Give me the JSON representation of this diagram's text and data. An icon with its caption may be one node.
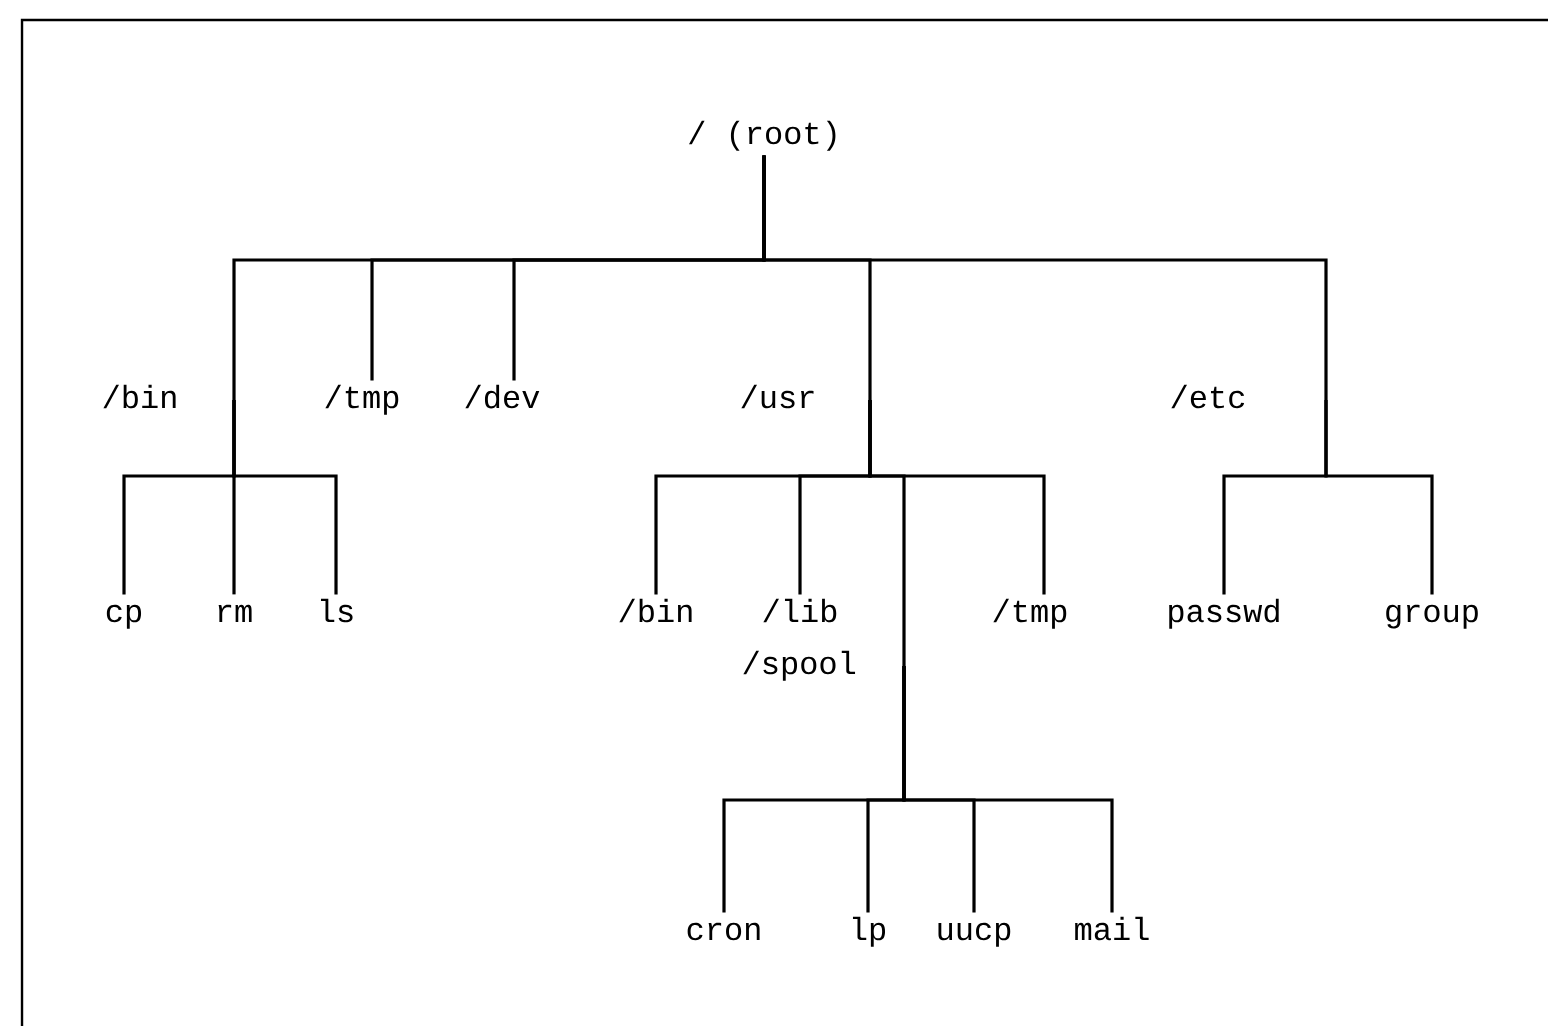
{
  "diagram": {
    "nodes": [
      {
        "text": [
          "/ (root)"
        ]
      },
      {
        "text": [
          "/bin"
        ]
      },
      {
        "text": [
          "/tmp"
        ]
      },
      {
        "text": [
          "/dev"
        ]
      },
      {
        "text": [
          "/usr"
        ]
      },
      {
        "text": [
          "/etc"
        ]
      },
      {
        "text": [
          "cp"
        ]
      },
      {
        "text": [
          "rm"
        ]
      },
      {
        "text": [
          "ls"
        ]
      },
      {
        "text": [
          "/bin"
        ]
      },
      {
        "text": [
          "/lib"
        ]
      },
      {
        "text": [
          "/tmp"
        ]
      },
      {
        "text": [
          "passwd"
        ]
      },
      {
        "text": [
          "group"
        ]
      },
      {
        "text": [
          "/spool"
        ]
      },
      {
        "text": [
          "cron"
        ]
      },
      {
        "text": [
          "lp"
        ]
      },
      {
        "text": [
          "uucp"
        ]
      },
      {
        "text": [
          "mail"
        ]
      }
    ],
    "edges": [
      {
        "from": 0,
        "to": 1,
        "arrow": "none"
      },
      {
        "from": 0,
        "to": 2,
        "arrow": "none"
      },
      {
        "from": 0,
        "to": 3,
        "arrow": "none"
      },
      {
        "from": 0,
        "to": 4,
        "arrow": "none"
      },
      {
        "from": 0,
        "to": 5,
        "arrow": "none"
      },
      {
        "from": 1,
        "to": 6,
        "arrow": "none"
      },
      {
        "from": 1,
        "to": 7,
        "arrow": "none"
      },
      {
        "from": 1,
        "to": 8,
        "arrow": "none"
      },
      {
        "from": 4,
        "to": 9,
        "arrow": "none"
      },
      {
        "from": 4,
        "to": 10,
        "arrow": "none"
      },
      {
        "from": 4,
        "to": 14,
        "arrow": "none"
      },
      {
        "from": 4,
        "to": 11,
        "arrow": "none"
      },
      {
        "from": 5,
        "to": 12,
        "arrow": "none"
      },
      {
        "from": 5,
        "to": 13,
        "arrow": "none"
      },
      {
        "from": 14,
        "to": 15,
        "arrow": "none"
      },
      {
        "from": 14,
        "to": 16,
        "arrow": "none"
      },
      {
        "from": 14,
        "to": 17,
        "arrow": "none"
      },
      {
        "from": 14,
        "to": 18,
        "arrow": "none"
      }
    ]
  }
}
